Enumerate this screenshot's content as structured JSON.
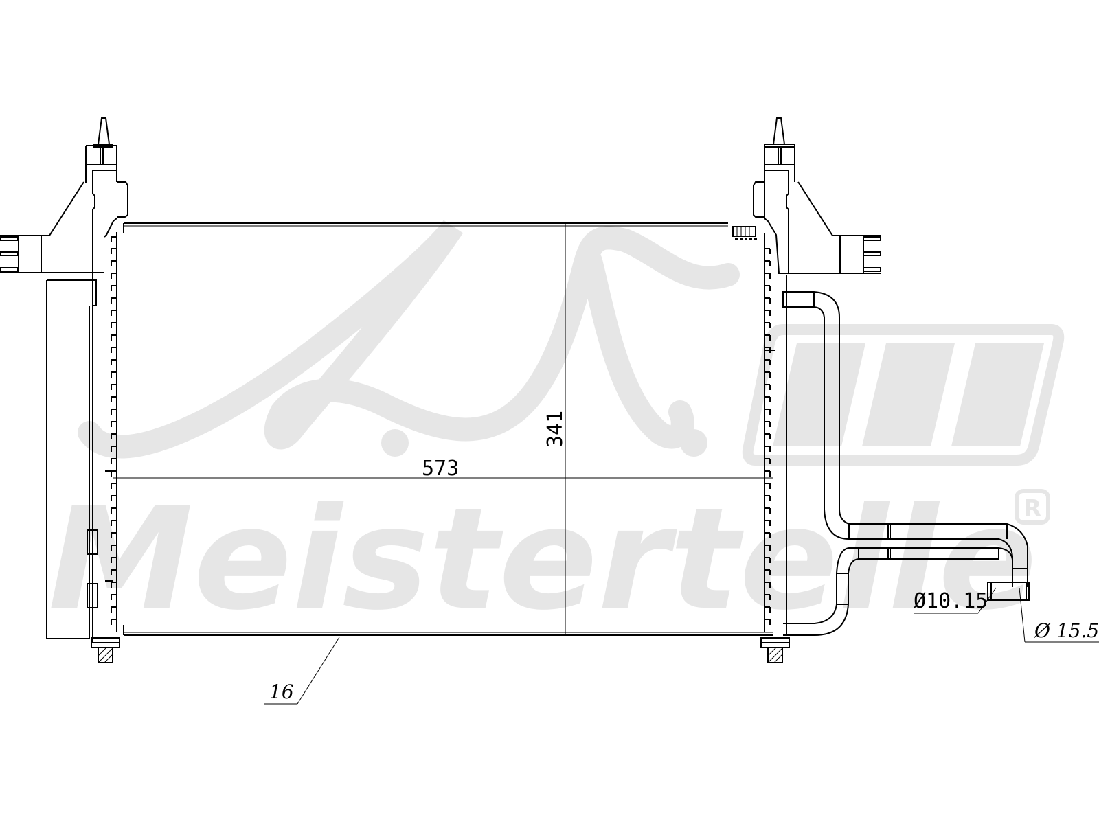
{
  "watermark": {
    "script_text": "A.L.",
    "brand_text": "Meistertelle",
    "registered_mark": "R",
    "color": "#e6e6e6"
  },
  "drawing": {
    "subject": "AC condenser technical drawing",
    "line_color": "#000000",
    "background": "#ffffff"
  },
  "dimensions": {
    "width": "573",
    "height": "341",
    "core_thickness": "16",
    "pipe_outlet_diameter": "Ø10.15",
    "pipe_inlet_diameter": "Ø 15.5"
  }
}
